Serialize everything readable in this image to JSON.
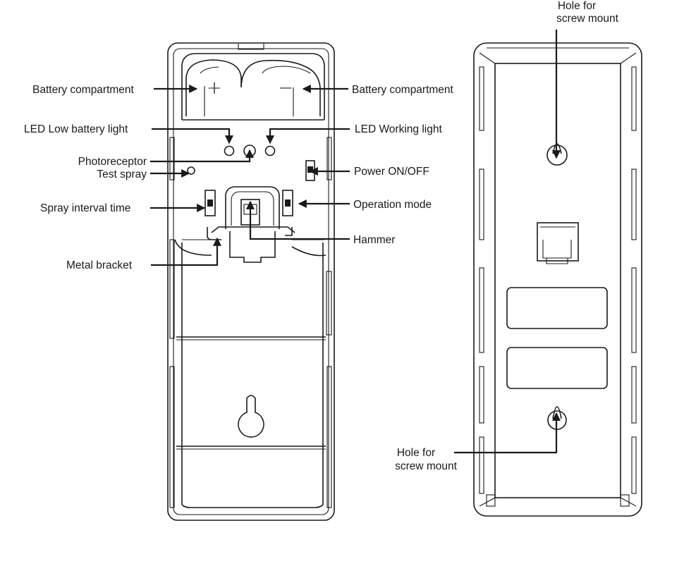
{
  "colors": {
    "line": "#1a1a1a",
    "background": "#ffffff"
  },
  "labels": {
    "battery_left": "Battery compartment",
    "battery_right": "Battery compartment",
    "led_low": "LED Low battery light",
    "led_working": "LED Working light",
    "photoreceptor": "Photoreceptor",
    "test_spray": "Test spray",
    "power": "Power ON/OFF",
    "spray_interval": "Spray interval time",
    "operation_mode": "Operation mode",
    "hammer": "Hammer",
    "metal_bracket": "Metal bracket",
    "hole_top_line1": "Hole for",
    "hole_top_line2": "screw mount",
    "hole_bottom_line1": "Hole for",
    "hole_bottom_line2": "screw mount"
  },
  "battery_symbols": {
    "plus": "+",
    "minus": "−"
  }
}
